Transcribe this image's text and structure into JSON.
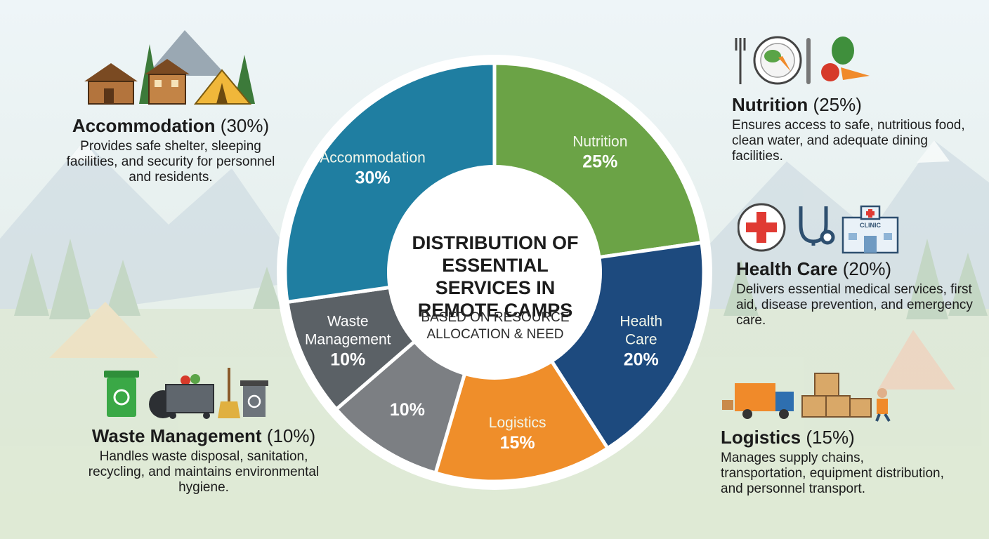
{
  "colors": {
    "accommodation": "#1f7ea1",
    "nutrition": "#6ba346",
    "health": "#1d4a7e",
    "logistics": "#ef8e2a",
    "unlabeled": "#7c7f83",
    "waste": "#5b6166"
  },
  "hub": {
    "title": "DISTRIBUTION OF ESSENTIAL SERVICES IN REMOTE CAMPS",
    "subtitle": "BASED ON RESOURCE ALLOCATION & NEED"
  },
  "panels": {
    "accommodation": {
      "name": "Accommodation",
      "pct": "(30%)",
      "desc": "Provides safe shelter, sleeping facilities, and security for personnel and residents.",
      "icons": [
        "cabin-icon",
        "house-icon",
        "tent-icon",
        "pine-tree-icon"
      ]
    },
    "nutrition": {
      "name": "Nutrition",
      "pct": "(25%)",
      "desc": "Ensures access to safe, nutritious food, clean water, and adequate dining facilities.",
      "icons": [
        "fork-icon",
        "plate-icon",
        "knife-icon",
        "vegetables-icon"
      ]
    },
    "health": {
      "name": "Health Care",
      "pct": "(20%)",
      "desc": "Delivers essential medical services, first aid, disease prevention, and emergency care.",
      "icons": [
        "medical-cross-icon",
        "stethoscope-icon",
        "clinic-icon"
      ],
      "clinic_sign": "CLINIC"
    },
    "waste": {
      "name": "Waste Management",
      "pct": "(10%)",
      "desc": "Handles waste disposal, sanitation, recycling, and maintains environmental hygiene.",
      "icons": [
        "recycle-bin-icon",
        "garbage-bag-icon",
        "dumpster-icon",
        "broom-icon"
      ]
    },
    "logistics": {
      "name": "Logistics",
      "pct": "(15%)",
      "desc": "Manages supply chains, transportation, equipment distribution, and personnel transport.",
      "icons": [
        "truck-icon",
        "boxes-icon",
        "worker-icon"
      ]
    }
  },
  "chart_data": {
    "type": "pie",
    "title": "DISTRIBUTION OF ESSENTIAL SERVICES IN REMOTE CAMPS",
    "subtitle": "BASED ON RESOURCE ALLOCATION & NEED",
    "slices": [
      {
        "label": "Nutrition",
        "display": "Nutrition",
        "value": 25,
        "value_label": "25%",
        "color": "#6ba346"
      },
      {
        "label": "Health Care",
        "display": "Health Care",
        "value": 20,
        "value_label": "20%",
        "color": "#1d4a7e"
      },
      {
        "label": "Logistics",
        "display": "Logistics",
        "value": 15,
        "value_label": "15%",
        "color": "#ef8e2a"
      },
      {
        "label": "",
        "display": "",
        "value": 10,
        "value_label": "10%",
        "color": "#7c7f83"
      },
      {
        "label": "Waste Management",
        "display": "Waste Management",
        "value": 10,
        "value_label": "10%",
        "color": "#5b6166"
      },
      {
        "label": "Accommodation",
        "display": "Accommodation",
        "value": 30,
        "value_label": "30%",
        "color": "#1f7ea1"
      }
    ]
  }
}
